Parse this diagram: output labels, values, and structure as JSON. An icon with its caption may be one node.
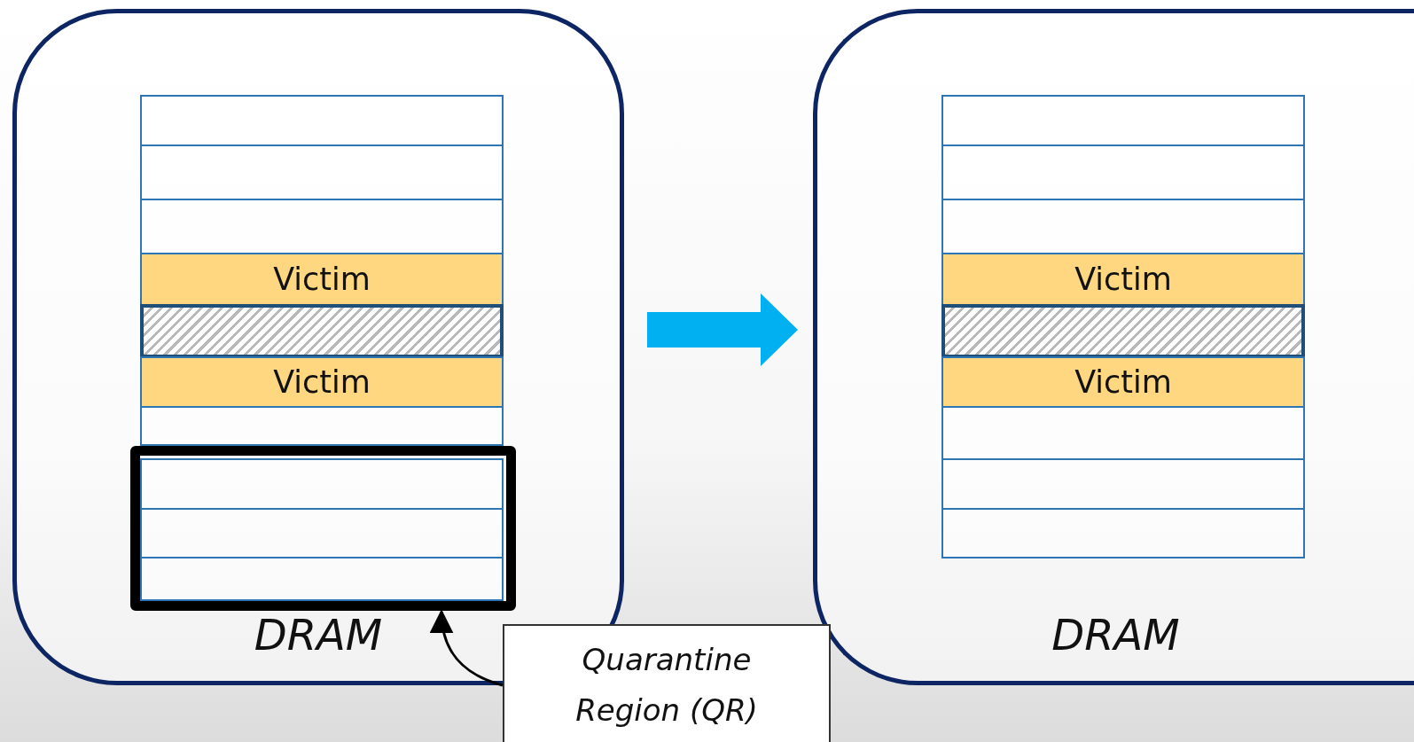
{
  "diagram": {
    "nodes": [
      {
        "text": [
          "DRAM"
        ]
      },
      {
        "text": [],
        "shape": "box",
        "in": 0
      },
      {
        "text": [],
        "shape": "box",
        "in": 0
      },
      {
        "text": [],
        "shape": "box",
        "in": 0
      },
      {
        "text": [
          "Victim"
        ],
        "in": 0
      },
      {
        "text": [],
        "shape": "box",
        "in": 0
      },
      {
        "text": [
          "Victim"
        ],
        "in": 0
      },
      {
        "text": [],
        "shape": "box",
        "in": 0
      },
      {
        "text": [],
        "shape": "box",
        "in": 0
      },
      {
        "text": [],
        "shape": "box",
        "in": 8
      },
      {
        "text": [],
        "shape": "box",
        "in": 8
      },
      {
        "text": [],
        "shape": "box",
        "in": 8
      },
      {
        "text": [
          "DRAM"
        ]
      },
      {
        "text": [],
        "shape": "box",
        "in": 12
      },
      {
        "text": [],
        "shape": "box",
        "in": 12
      },
      {
        "text": [],
        "shape": "box",
        "in": 12
      },
      {
        "text": [
          "Victim"
        ],
        "in": 12
      },
      {
        "text": [],
        "shape": "box",
        "in": 12
      },
      {
        "text": [
          "Victim"
        ],
        "in": 12
      },
      {
        "text": [],
        "shape": "box",
        "in": 12
      },
      {
        "text": [],
        "shape": "box",
        "in": 12
      },
      {
        "text": [],
        "shape": "box",
        "in": 12
      },
      {
        "text": [
          "Quarantine Region (QR)"
        ]
      }
    ],
    "edges": [
      {
        "from": 0,
        "to": 12,
        "arrow": "to",
        "style": "thick",
        "color": "#00b0f0"
      },
      {
        "from": 22,
        "to": 8,
        "arrow": "to"
      }
    ]
  }
}
